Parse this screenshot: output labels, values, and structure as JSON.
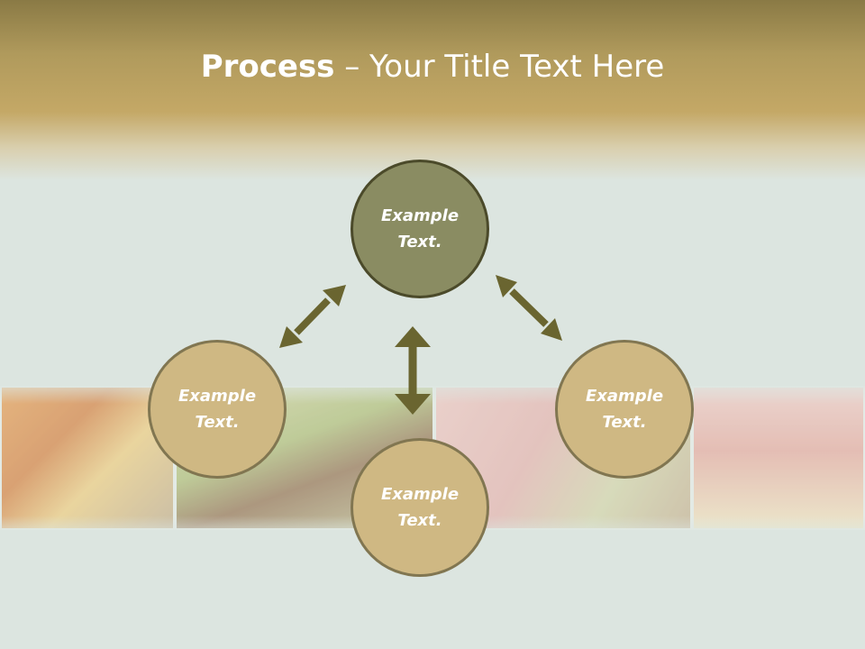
{
  "slide": {
    "title_bold": "Process",
    "title_rest": " – Your Title Text Here"
  },
  "nodes": {
    "top": {
      "line1": "Example",
      "line2": "Text."
    },
    "left": {
      "line1": "Example",
      "line2": "Text."
    },
    "right": {
      "line1": "Example",
      "line2": "Text."
    },
    "bottom": {
      "line1": "Example",
      "line2": "Text."
    }
  },
  "colors": {
    "header_gold": "#c4a866",
    "background": "#dce5e0",
    "node_center_fill": "#8a8c62",
    "node_fill": "#cfb883",
    "arrow": "#6a6530"
  }
}
